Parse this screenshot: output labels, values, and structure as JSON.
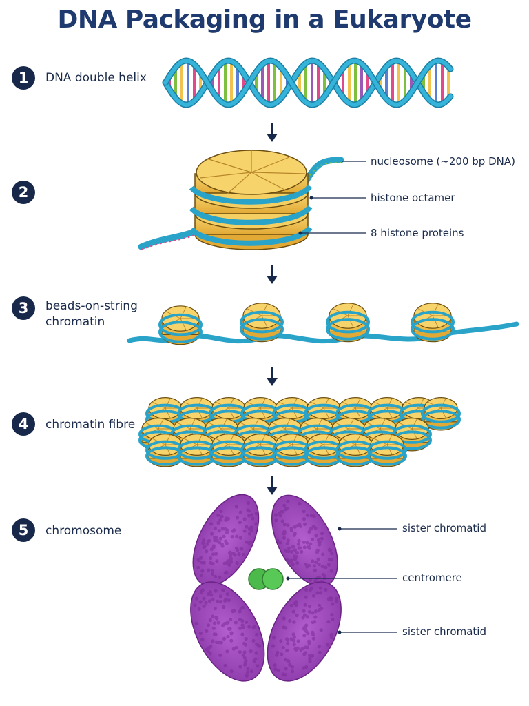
{
  "title": "DNA Packaging in a Eukaryote",
  "stages": [
    {
      "number": "1",
      "label": "DNA double helix"
    },
    {
      "number": "2",
      "label": ""
    },
    {
      "number": "3",
      "label_line1": "beads-on-string",
      "label_line2": "chromatin"
    },
    {
      "number": "4",
      "label": "chromatin fibre"
    },
    {
      "number": "5",
      "label": "chromosome"
    }
  ],
  "nucleosome_callouts": {
    "nucleosome": "nucleosome (~200 bp DNA)",
    "octamer": "histone octamer",
    "proteins": "8 histone proteins"
  },
  "chromosome_callouts": {
    "top": "sister chromatid",
    "middle": "centromere",
    "bottom": "sister chromatid"
  },
  "colors": {
    "title": "#1f3a6e",
    "badge": "#17284a",
    "dna_backbone": "#2aa3c9",
    "histone": "#f2c24f",
    "chromosome": "#a04bbf",
    "centromere": "#4cba4a"
  }
}
